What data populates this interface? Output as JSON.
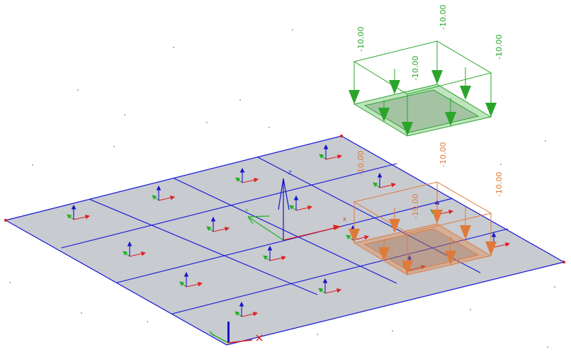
{
  "viewport": {
    "title": "",
    "global_axes": {
      "x": "X",
      "y": "Y",
      "z": "Z"
    },
    "loads": {
      "green_box": {
        "color": "#2aa52a",
        "labels": [
          "-10.00",
          "-10.00",
          "-10.00",
          "-10.00"
        ]
      },
      "orange_box": {
        "color": "#e07a3a",
        "labels": [
          "-10.00",
          "-10.00",
          "-10.00",
          "-10.00"
        ]
      }
    },
    "colors": {
      "plate_fill": "#c8cbd0",
      "mesh_line": "#1515d8",
      "axis_x": "#e02020",
      "axis_y": "#20b020",
      "axis_z": "#1515c8",
      "point": "#d02020"
    }
  }
}
